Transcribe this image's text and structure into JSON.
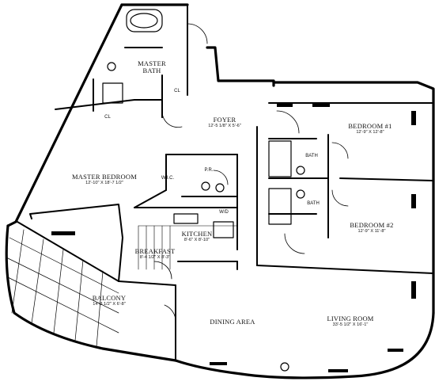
{
  "rooms": {
    "master_bath": {
      "name": "MASTER",
      "name2": "BATH"
    },
    "foyer": {
      "name": "FOYER",
      "dims": "12'-5 1/8\" X 5'-6\""
    },
    "bedroom1": {
      "name": "BEDROOM #1",
      "dims": "12'-9\" X 12'-8\""
    },
    "master_bedroom": {
      "name": "MASTER BEDROOM",
      "dims": "12'-10\" X 18'-7 1/2\""
    },
    "bedroom2": {
      "name": "BEDROOM #2",
      "dims": "12'-9\" X 11'-8\""
    },
    "kitchen": {
      "name": "KITCHEN",
      "dims": "8'-6\" X 8'-10\""
    },
    "breakfast": {
      "name": "BREAKFAST",
      "dims": "8'-4 1/2\" X 8'-3\""
    },
    "balcony": {
      "name": "BALCONY",
      "dims": "14'-3 1/2\" X 6'-8\""
    },
    "dining_area": {
      "name": "DINING AREA"
    },
    "living_room": {
      "name": "LIVING ROOM",
      "dims": "33'-5 1/2\" X 16'-1\""
    }
  },
  "tags": {
    "closet1": "CL",
    "closet2": "CL",
    "wic": "W.I.C.",
    "powder": "P.R.",
    "bath1": "BATH",
    "bath2": "BATH",
    "washer_dryer": "W/D"
  }
}
